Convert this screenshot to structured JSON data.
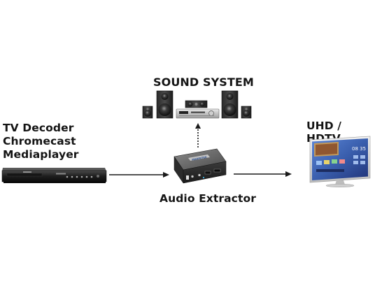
{
  "labels": {
    "sound_system": "SOUND SYSTEM",
    "source_lines": [
      "TV Decoder",
      "Chromecast",
      "Mediaplayer"
    ],
    "audio_extractor": "Audio Extractor",
    "tv": "UHD / HDTV"
  },
  "device_text": {
    "extractor_brand": "MARMITEK",
    "tv_clock": "08 35"
  },
  "colors": {
    "arrow": "#1a1a1a",
    "text": "#141414",
    "tv_screen": "#3a5fae"
  }
}
